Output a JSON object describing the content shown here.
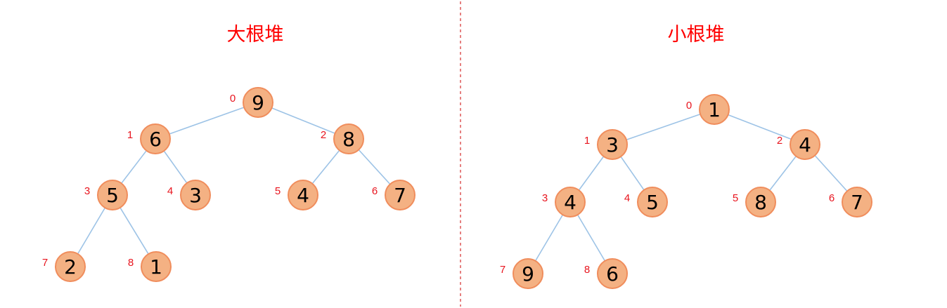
{
  "colors": {
    "title": "#ff0000",
    "index_label": "#e8141e",
    "node_fill": "#f4b183",
    "node_stroke": "#f08d5c",
    "edge": "#9dc3e6",
    "divider": "#e06060",
    "value": "#000000"
  },
  "heaps": [
    {
      "id": "max-heap",
      "title": "大根堆",
      "nodes": [
        {
          "index": "0",
          "value": "9"
        },
        {
          "index": "1",
          "value": "6"
        },
        {
          "index": "2",
          "value": "8"
        },
        {
          "index": "3",
          "value": "5"
        },
        {
          "index": "4",
          "value": "3"
        },
        {
          "index": "5",
          "value": "4"
        },
        {
          "index": "6",
          "value": "7"
        },
        {
          "index": "7",
          "value": "2"
        },
        {
          "index": "8",
          "value": "1"
        }
      ]
    },
    {
      "id": "min-heap",
      "title": "小根堆",
      "nodes": [
        {
          "index": "0",
          "value": "1"
        },
        {
          "index": "1",
          "value": "3"
        },
        {
          "index": "2",
          "value": "4"
        },
        {
          "index": "3",
          "value": "4"
        },
        {
          "index": "4",
          "value": "5"
        },
        {
          "index": "5",
          "value": "8"
        },
        {
          "index": "6",
          "value": "7"
        },
        {
          "index": "7",
          "value": "9"
        },
        {
          "index": "8",
          "value": "6"
        }
      ]
    }
  ]
}
